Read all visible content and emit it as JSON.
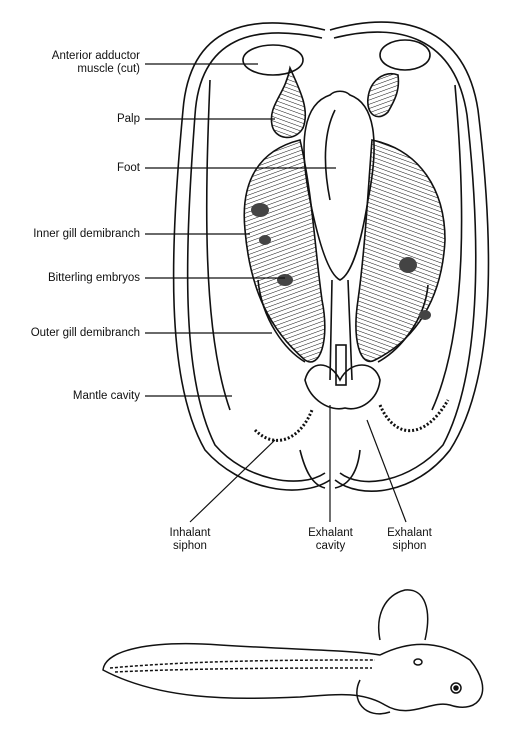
{
  "labels": {
    "anterior_adductor": "Anterior adductor\nmuscle (cut)",
    "palp": "Palp",
    "foot": "Foot",
    "inner_gill": "Inner gill demibranch",
    "bitterling": "Bitterling embryos",
    "outer_gill": "Outer gill demibranch",
    "mantle_cavity": "Mantle cavity",
    "inhalant_siphon": "Inhalant\nsiphon",
    "exhalant_cavity": "Exhalant\ncavity",
    "exhalant_siphon": "Exhalant\nsiphon"
  },
  "colors": {
    "ink": "#111111",
    "background": "#ffffff"
  }
}
